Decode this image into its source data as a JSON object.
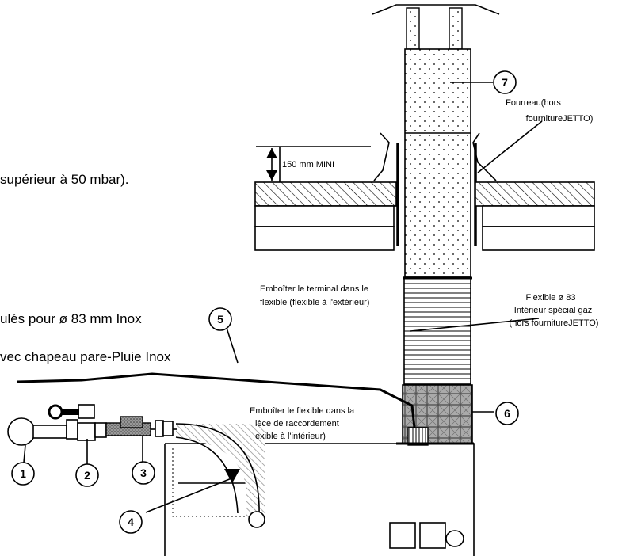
{
  "text_fragments": {
    "pressure": "supérieur à 50 mbar).",
    "accessories": "ulés pour ø 83 mm Inox",
    "cap": "vec chapeau pare-Pluie Inox"
  },
  "dimension": {
    "label": "150 mm MINI"
  },
  "notes": {
    "fourreau_line1": "Fourreau(hors",
    "fourreau_line2": "fournitureJETTO)",
    "terminal_line1": "Emboîter le terminal dans le",
    "terminal_line2": "flexible (flexible à l'extérieur)",
    "flexible_line1": "Flexible ø 83",
    "flexible_line2": "Intérieur spécial gaz",
    "flexible_line3": "(hors fournitureJETTO)",
    "connect_line1": "Emboîter le flexible dans la",
    "connect_line2": "ièce de raccordement",
    "connect_line3": "exible à l'intérieur)"
  },
  "callouts": [
    "1",
    "2",
    "3",
    "4",
    "5",
    "6",
    "7"
  ]
}
